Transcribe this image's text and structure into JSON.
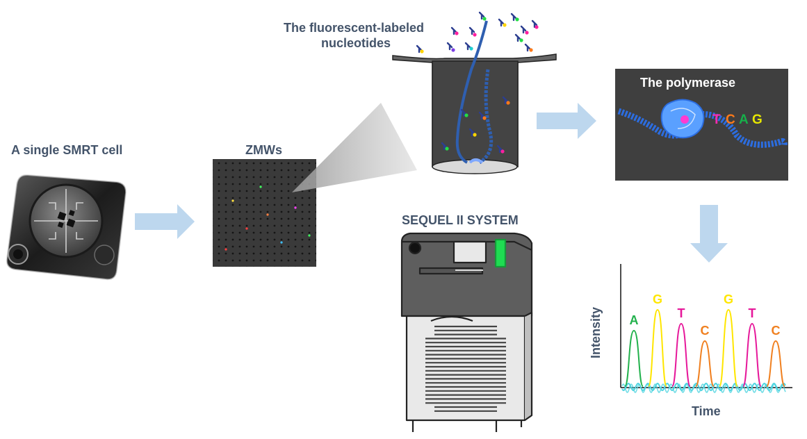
{
  "labels": {
    "smrt_cell": "A single SMRT cell",
    "zmws": "ZMWs",
    "nucleotides_line1": "The fluorescent-labeled",
    "nucleotides_line2": "nucleotides",
    "polymerase": "The polymerase",
    "sequel": "SEQUEL II SYSTEM",
    "intensity": "Intensity",
    "time": "Time"
  },
  "polymerase_bases": [
    {
      "base": "T",
      "color": "#ff2bb0"
    },
    {
      "base": "C",
      "color": "#ff7a1a"
    },
    {
      "base": "A",
      "color": "#16b04a"
    },
    {
      "base": "G",
      "color": "#e6e600"
    }
  ],
  "trace": {
    "peaks": [
      {
        "base": "A",
        "color": "#22b14c"
      },
      {
        "base": "G",
        "color": "#ffe600"
      },
      {
        "base": "T",
        "color": "#e6189a"
      },
      {
        "base": "C",
        "color": "#f08020"
      },
      {
        "base": "G",
        "color": "#ffe600"
      },
      {
        "base": "T",
        "color": "#e6189a"
      },
      {
        "base": "C",
        "color": "#f08020"
      }
    ]
  },
  "colors": {
    "arrow": "#bdd7ee",
    "label_text": "#44546a",
    "noise": "#4fd4e0"
  }
}
